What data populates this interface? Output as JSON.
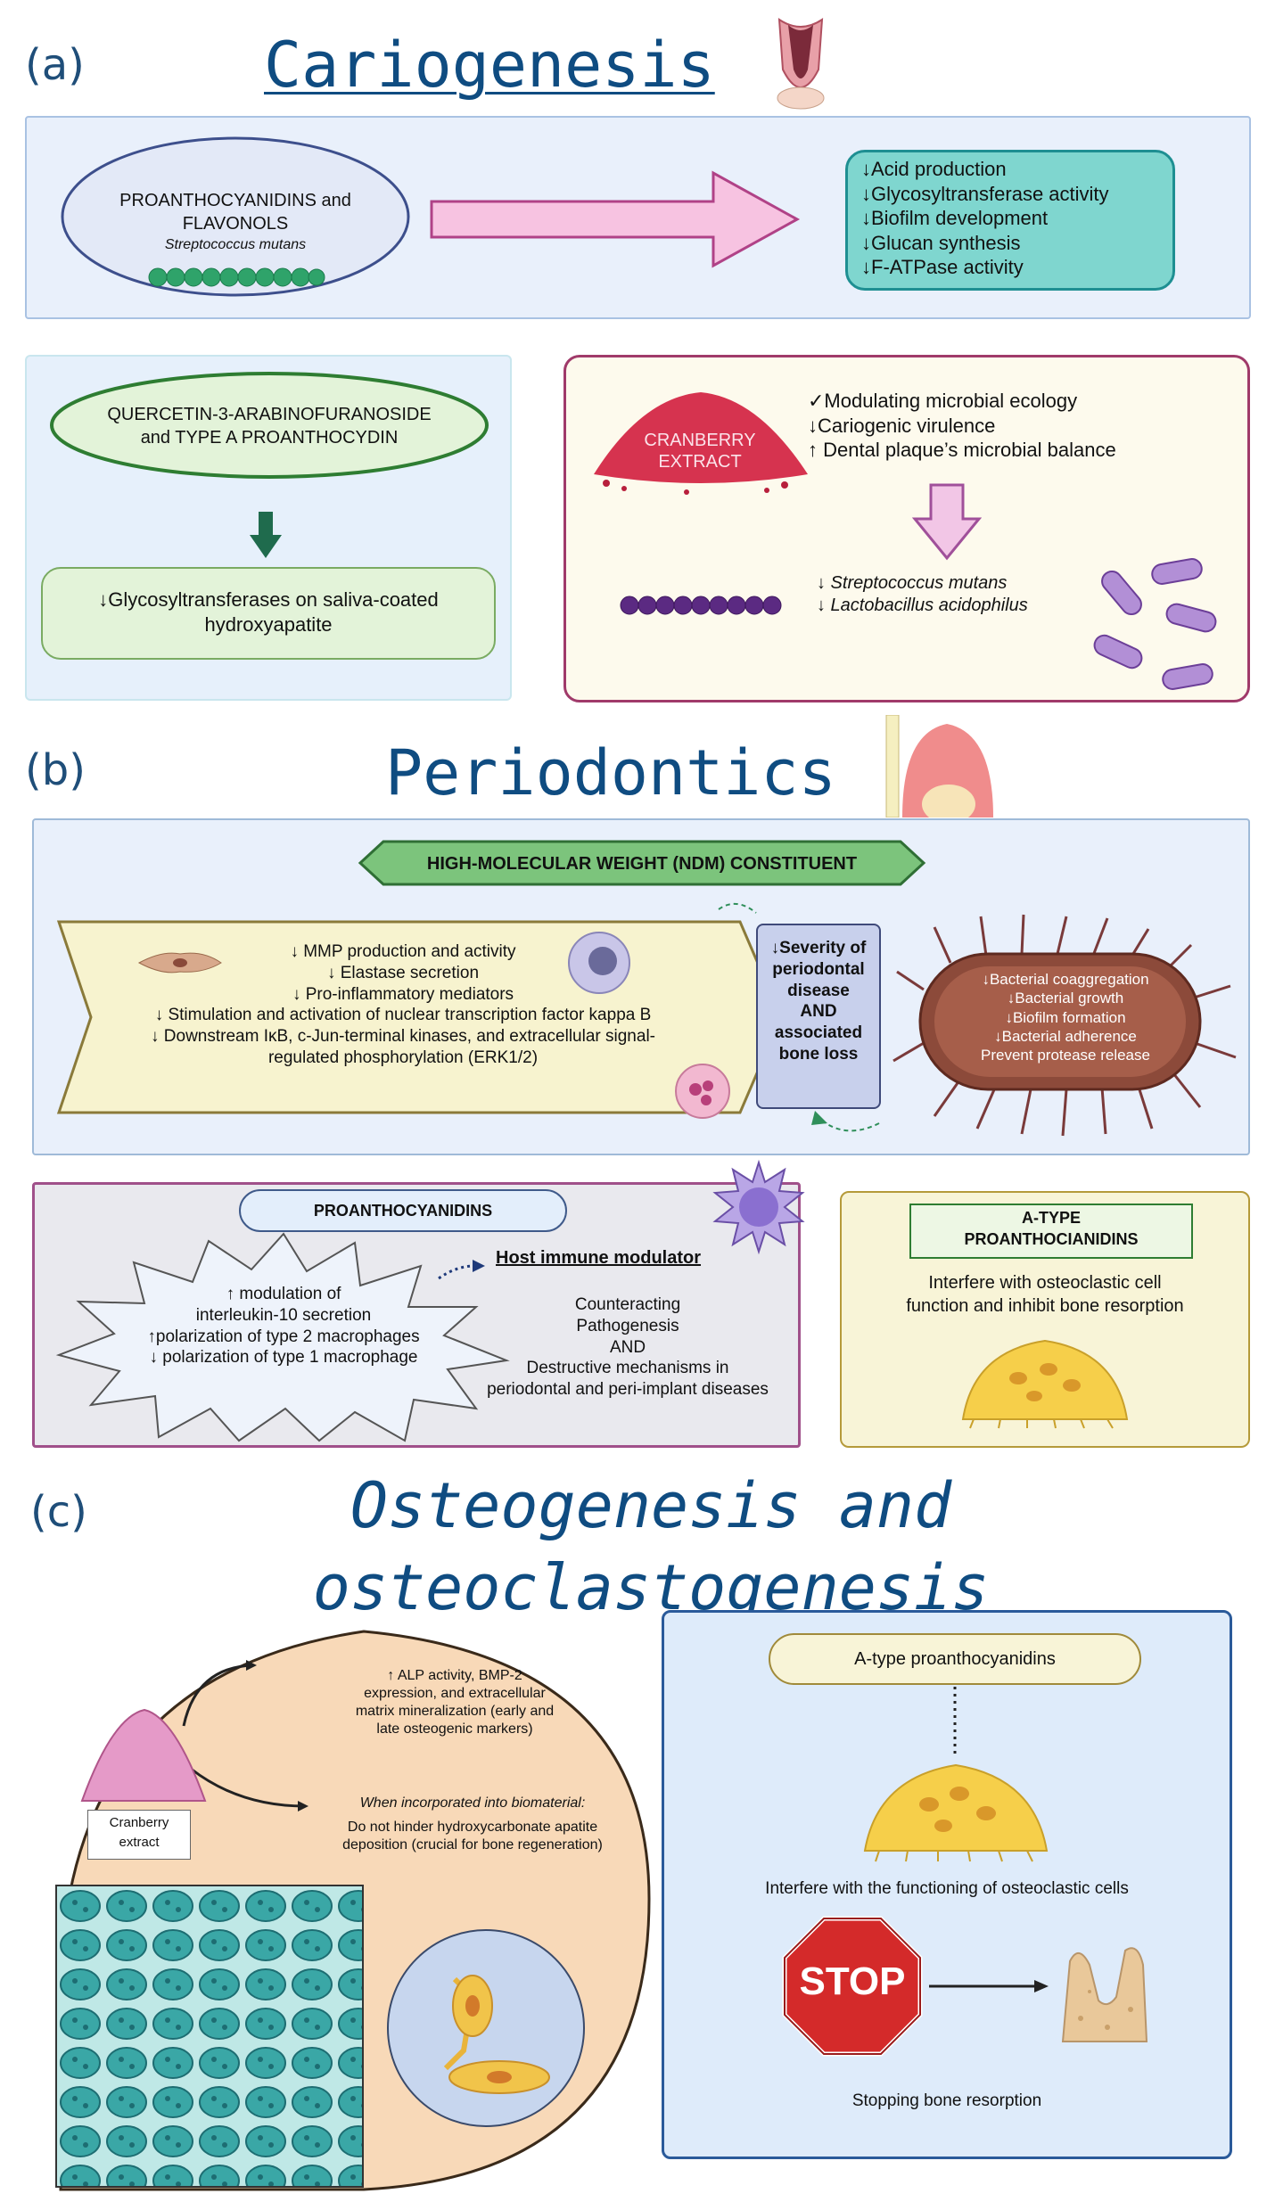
{
  "a": {
    "label": "(a)",
    "title": "Cariogenesis",
    "ellipse_l1": "PROANTHOCYANIDINS and",
    "ellipse_l2": "FLAVONOLS",
    "ellipse_sub": "Streptococcus mutans",
    "effects": [
      "↓Acid production",
      "↓Glycosyltransferase activity",
      "↓Biofilm development",
      "↓Glucan synthesis",
      "↓F-ATPase activity"
    ],
    "quercetin_l1": "QUERCETIN-3-ARABINOFURANOSIDE",
    "quercetin_l2": "and TYPE A PROANTHOCYDIN",
    "gtf_l1": "↓Glycosyltransferases on saliva-coated",
    "gtf_l2": "hydroxyapatite",
    "cranberry_l1": "CRANBERRY",
    "cranberry_l2": "EXTRACT",
    "cranberry_effects": [
      "✓Modulating microbial ecology",
      "↓Cariogenic virulence",
      "↑ Dental plaque’s microbial balance"
    ],
    "bacteria": [
      "↓ Streptococcus mutans",
      "↓ Lactobacillus acidophilus"
    ]
  },
  "b": {
    "label": "(b)",
    "title": "Periodontics",
    "banner": "HIGH-MOLECULAR WEIGHT (NDM) CONSTITUENT",
    "arrow_lines": [
      "↓ MMP production and activity",
      "↓ Elastase secretion",
      "↓ Pro-inflammatory mediators",
      "↓ Stimulation and activation of nuclear transcription factor kappa B",
      "↓ Downstream IκB, c-Jun-terminal kinases, and extracellular signal-",
      "regulated phosphorylation (ERK1/2)"
    ],
    "severity": [
      "↓Severity of",
      "periodontal",
      "disease",
      "AND",
      "associated",
      "bone loss"
    ],
    "bacterium_lines": [
      "↓Bacterial coaggregation",
      "↓Bacterial growth",
      "↓Biofilm formation",
      "↓Bacterial adherence",
      "Prevent protease release"
    ],
    "pac_title": "PROANTHOCYANIDINS",
    "star_lines": [
      "↑ modulation of",
      "interleukin-10 secretion",
      "↑polarization of type 2 macrophages",
      "↓ polarization of type 1 macrophage"
    ],
    "host": "Host immune modulator",
    "counter_lines": [
      "Counteracting",
      "Pathogenesis",
      "AND",
      "Destructive mechanisms in",
      "periodontal and peri-implant diseases"
    ],
    "atype_l1": "A-TYPE",
    "atype_l2": "PROANTHOCIANIDINS",
    "interfere_l1": "Interfere with osteoclastic cell",
    "interfere_l2": "function and inhibit bone resorption"
  },
  "c": {
    "label": "(c)",
    "title_l1": "Osteogenesis and",
    "title_l2": "osteoclastogenesis",
    "alp_lines": [
      "↑ ALP activity, BMP-2",
      "expression, and extracellular",
      "matrix mineralization (early and",
      "late osteogenic markers)"
    ],
    "biomat_title": "When incorporated into biomaterial:",
    "biomat_lines": [
      "Do not hinder hydroxycarbonate apatite",
      "deposition (crucial for bone regeneration)"
    ],
    "cranberry_l1": "Cranberry",
    "cranberry_l2": "extract",
    "atype": "A-type proanthocyanidins",
    "interfere": "Interfere with the functioning of osteoclastic cells",
    "stop": "STOP",
    "stopping": "Stopping bone resorption"
  }
}
